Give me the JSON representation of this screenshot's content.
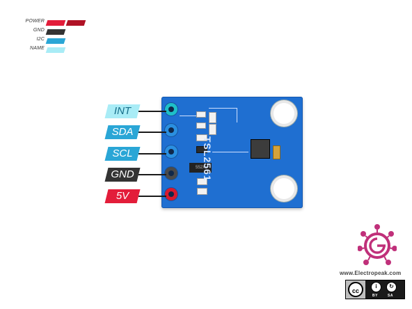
{
  "legend": {
    "items": [
      {
        "label": "POWER",
        "color": "#e31d3a",
        "color2": "#b01225"
      },
      {
        "label": "GND",
        "color": "#333333"
      },
      {
        "label": "I2C",
        "color": "#2aa6d6"
      },
      {
        "label": "NAME",
        "color": "#a9ecf6"
      }
    ]
  },
  "board": {
    "chip_label": "TSL2561",
    "ic_marking": "552X",
    "color": "#1f6fd1"
  },
  "pins": [
    {
      "label": "INT",
      "bg": "#a9ecf6",
      "fg": "#176e8a",
      "pin_color": "#1ec0c8"
    },
    {
      "label": "SDA",
      "bg": "#2aa6d6",
      "fg": "#ffffff",
      "pin_color": "#2a8fe0"
    },
    {
      "label": "SCL",
      "bg": "#2aa6d6",
      "fg": "#ffffff",
      "pin_color": "#2a8fe0"
    },
    {
      "label": "GND",
      "bg": "#333333",
      "fg": "#ffffff",
      "pin_color": "#4a4a4a"
    },
    {
      "label": "5V",
      "bg": "#e31d3a",
      "fg": "#ffffff",
      "pin_color": "#d8192f"
    }
  ],
  "brand": {
    "url": "www.Electropeak.com",
    "logo_color": "#c0307a",
    "license": {
      "cc": "cc",
      "by": "BY",
      "sa": "SA"
    }
  }
}
